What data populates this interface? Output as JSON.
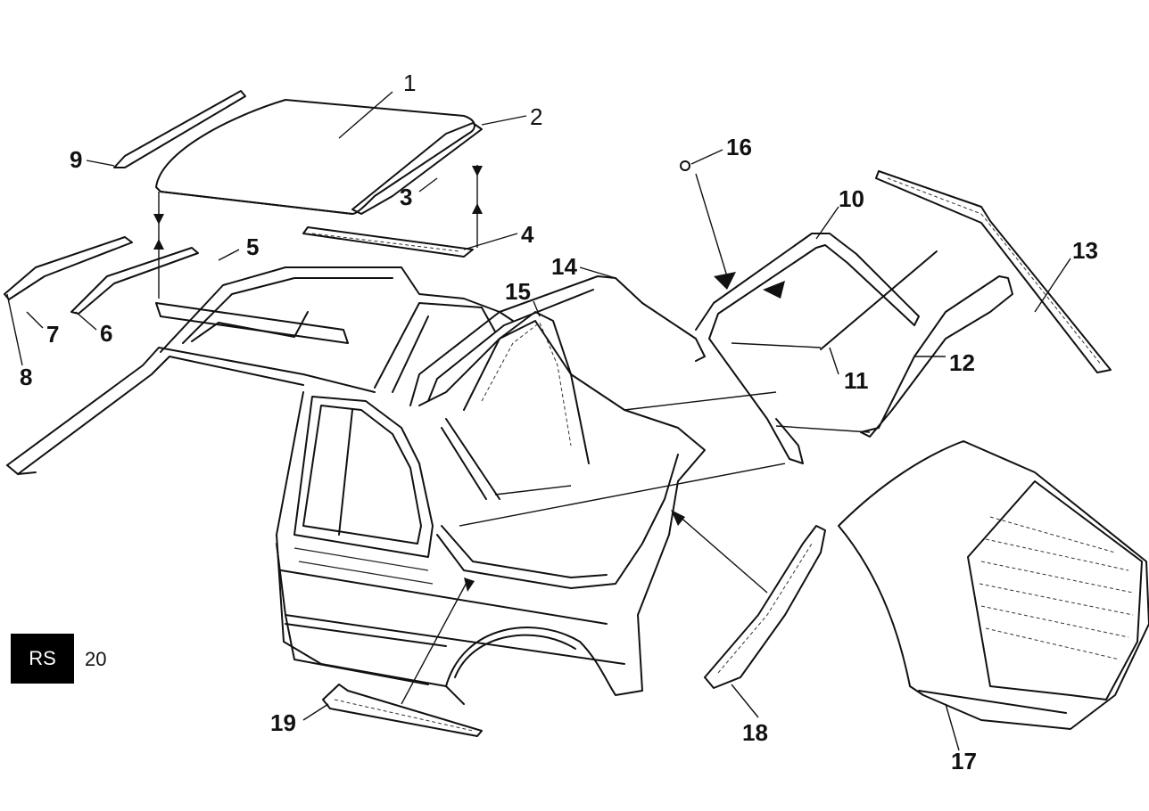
{
  "callouts": [
    {
      "id": "1",
      "label": "1"
    },
    {
      "id": "2",
      "label": "2"
    },
    {
      "id": "3",
      "label": "3"
    },
    {
      "id": "4",
      "label": "4"
    },
    {
      "id": "5",
      "label": "5"
    },
    {
      "id": "6",
      "label": "6"
    },
    {
      "id": "7",
      "label": "7"
    },
    {
      "id": "8",
      "label": "8"
    },
    {
      "id": "9",
      "label": "9"
    },
    {
      "id": "10",
      "label": "10"
    },
    {
      "id": "11",
      "label": "11"
    },
    {
      "id": "12",
      "label": "12"
    },
    {
      "id": "13",
      "label": "13"
    },
    {
      "id": "14",
      "label": "14"
    },
    {
      "id": "15",
      "label": "15"
    },
    {
      "id": "16",
      "label": "16"
    },
    {
      "id": "17",
      "label": "17"
    },
    {
      "id": "18",
      "label": "18"
    },
    {
      "id": "19",
      "label": "19"
    }
  ],
  "badge": {
    "code": "RS",
    "number": "20"
  }
}
